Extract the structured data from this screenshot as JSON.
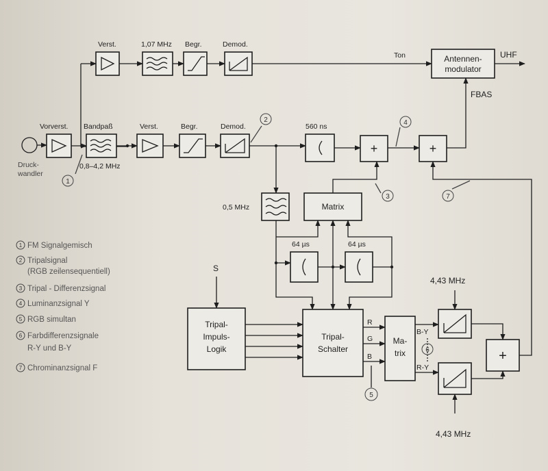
{
  "labels": {
    "verst_top": "Verst.",
    "freq_107": "1,07 MHz",
    "begr_top": "Begr.",
    "demod_top": "Demod.",
    "ton": "Ton",
    "antennen_1": "Antennen-",
    "antennen_2": "modulator",
    "uhf": "UHF",
    "fbas": "FBAS",
    "vorverst": "Vorverst.",
    "bandpass": "Bandpaß",
    "verst_mid": "Verst.",
    "begr_mid": "Begr.",
    "demod_mid": "Demod.",
    "ns560": "560 ns",
    "druck_1": "Druck-",
    "druck_2": "wandler",
    "bandrange": "0,8–4,2 MHz",
    "mhz05": "0,5 MHz",
    "matrix": "Matrix",
    "us64_a": "64 µs",
    "us64_b": "64 µs",
    "s": "S",
    "tripal_1": "Tripal-",
    "tripal_2": "Impuls-",
    "tripal_3": "Logik",
    "schalter_1": "Tripal-",
    "schalter_2": "Schalter",
    "r": "R",
    "g": "G",
    "b": "B",
    "matrix2_1": "Ma-",
    "matrix2_2": "trix",
    "by": "B-Y",
    "ry": "R-Y",
    "mhz443_top": "4,43 MHz",
    "mhz443_bot": "4,43 MHz",
    "plus": "+"
  },
  "markers": [
    "1",
    "2",
    "3",
    "4",
    "5",
    "6",
    "7"
  ],
  "legend": [
    {
      "num": "1",
      "text": "FM  Signalgemisch"
    },
    {
      "num": "2",
      "text": "Tripalsignal"
    },
    {
      "num": "",
      "text": "(RGB zeilensequentiell)"
    },
    {
      "num": "3",
      "text": "Tripal - Differenzsignal"
    },
    {
      "num": "4",
      "text": "Luminanzsignal  Y"
    },
    {
      "num": "5",
      "text": "RGB  simultan"
    },
    {
      "num": "6",
      "text": "Farbdifferenzsignale"
    },
    {
      "num": "",
      "text": "R-Y  und  B-Y"
    },
    {
      "num": "7",
      "text": "Chrominanzsignal  F"
    }
  ]
}
